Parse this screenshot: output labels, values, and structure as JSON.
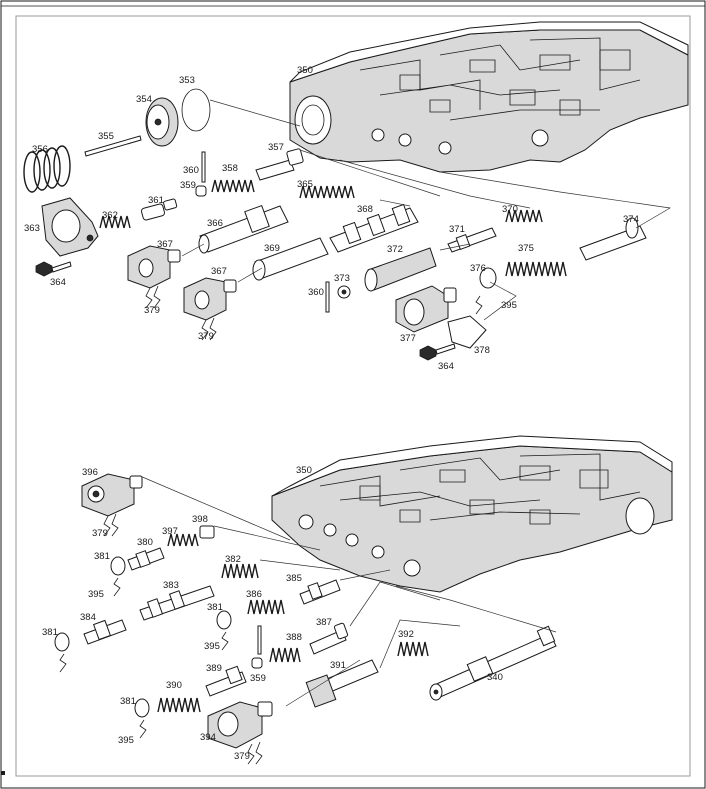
{
  "top_labels": [
    "350",
    "353",
    "354",
    "355",
    "356",
    "357",
    "358",
    "359",
    "360",
    "361",
    "362",
    "363",
    "364",
    "365",
    "366",
    "367",
    "367",
    "368",
    "369",
    "370",
    "371",
    "372",
    "373",
    "360",
    "374",
    "375",
    "376",
    "395",
    "377",
    "378",
    "364",
    "379",
    "379"
  ],
  "bottom_labels": [
    "396",
    "350",
    "379",
    "397",
    "398",
    "380",
    "381",
    "382",
    "395",
    "383",
    "385",
    "384",
    "381",
    "386",
    "381",
    "395",
    "387",
    "388",
    "392",
    "389",
    "359",
    "391",
    "340",
    "390",
    "381",
    "395",
    "394",
    "379"
  ],
  "colors": {
    "ink": "#1a1a1a",
    "paper": "#ffffff",
    "frame": "#9a9a9a"
  }
}
